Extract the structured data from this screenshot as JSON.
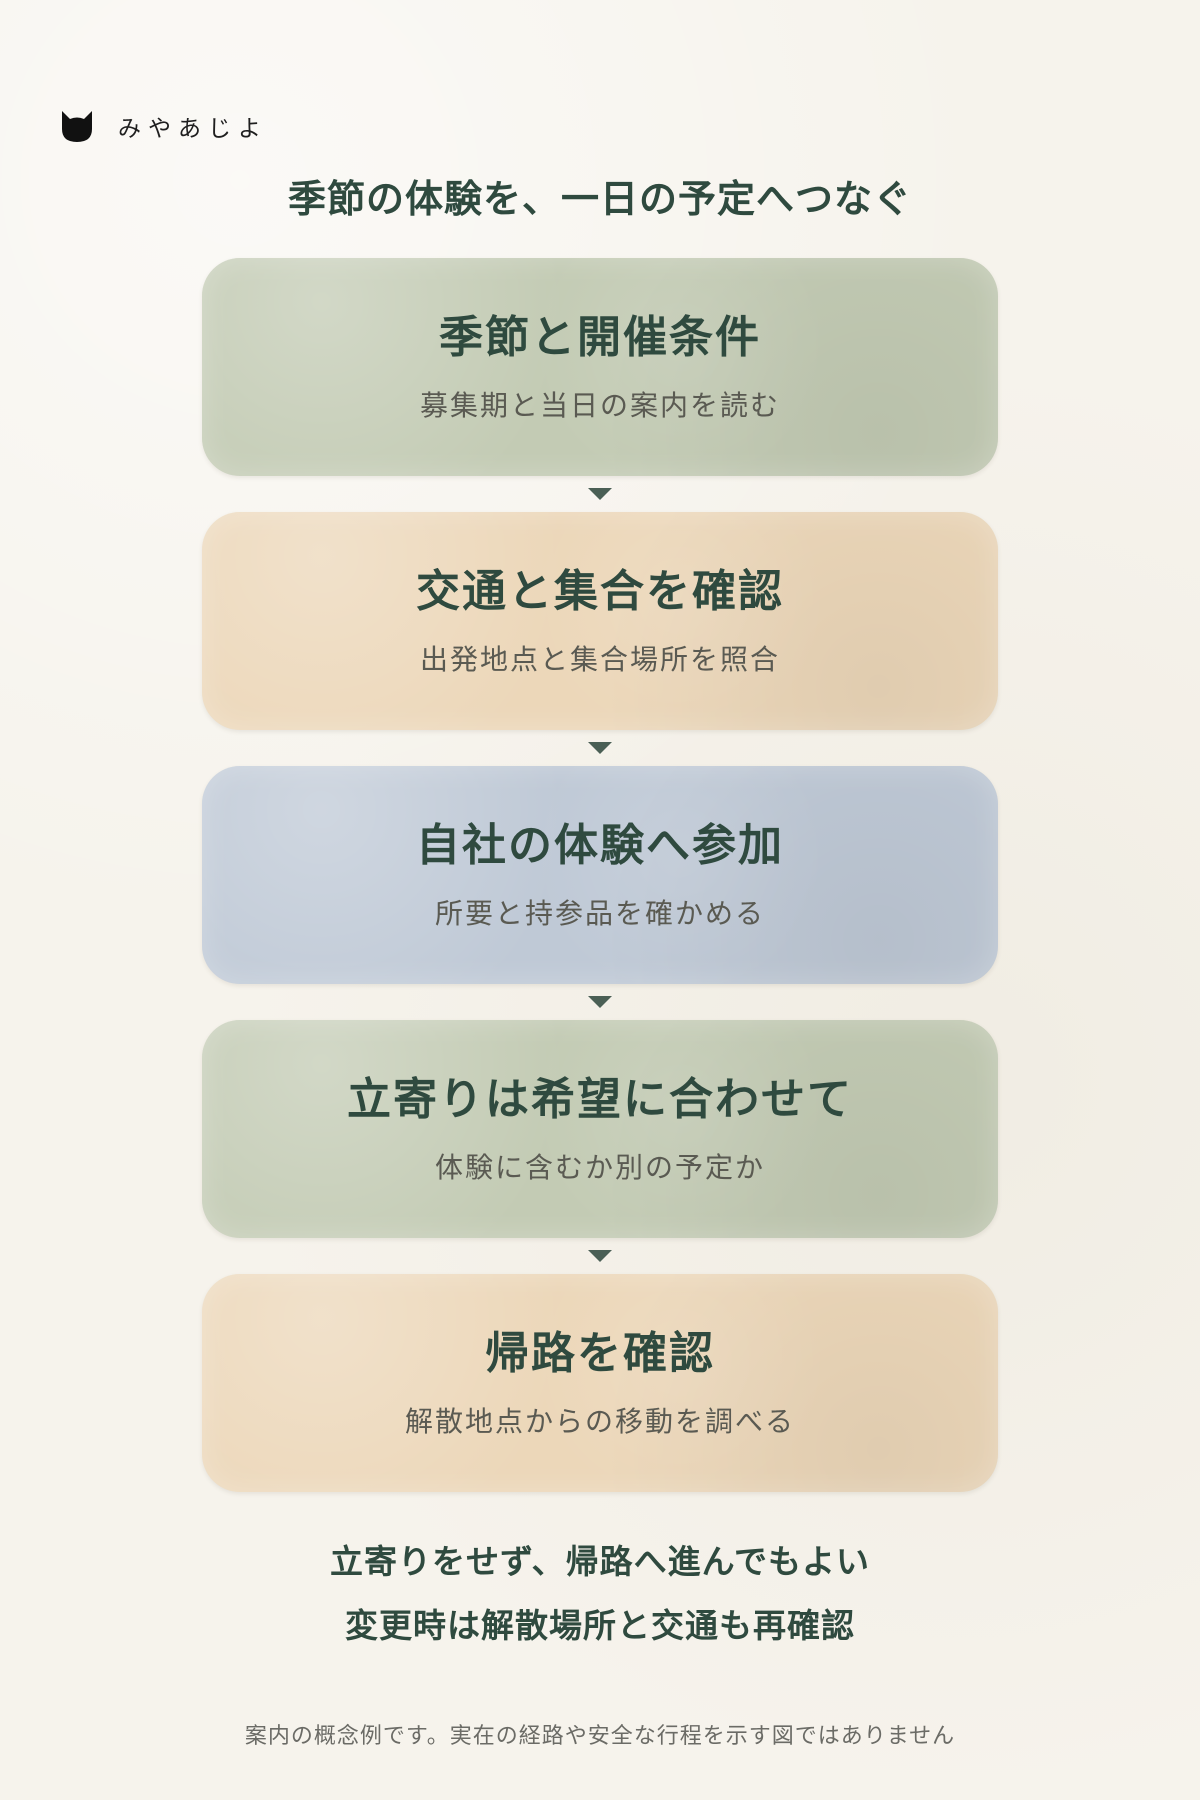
{
  "brand": {
    "name": "みやあじよ",
    "logo_icon": "cat-face-icon"
  },
  "header": {
    "title": "季節の体験を、一日の予定へつなぐ"
  },
  "steps": [
    {
      "title": "季節と開催条件",
      "description": "募集期と当日の案内を読む",
      "color": "#c3cbb4"
    },
    {
      "title": "交通と集合を確認",
      "description": "出発地点と集合場所を照合",
      "color": "#ecd7b9"
    },
    {
      "title": "自社の体験へ参加",
      "description": "所要と持参品を確かめる",
      "color": "#bfc9d6"
    },
    {
      "title": "立寄りは希望に合わせて",
      "description": "体験に含むか別の予定か",
      "color": "#c3cbb4"
    },
    {
      "title": "帰路を確認",
      "description": "解散地点からの移動を調べる",
      "color": "#ecd7b9"
    }
  ],
  "notes": [
    "立寄りをせず、帰路へ進んでもよい",
    "変更時は解散場所と交通も再確認"
  ],
  "disclaimer": "案内の概念例です。実在の経路や安全な行程を示す図ではありません",
  "colors": {
    "background": "#f6f3ec",
    "text_primary": "#2f4a3f",
    "arrow": "#4a5f55"
  }
}
